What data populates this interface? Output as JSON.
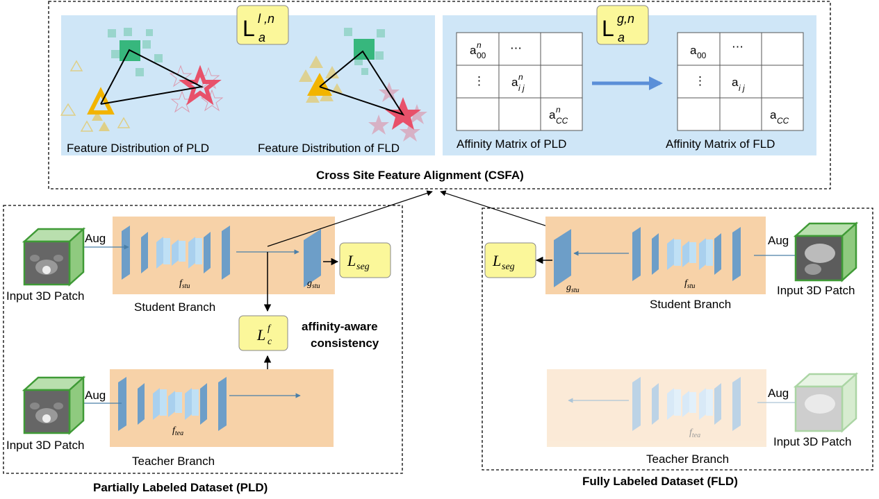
{
  "csfa": {
    "title": "Cross Site Feature Alignment (CSFA)",
    "loss_local": {
      "base": "L",
      "sup": "l ,n",
      "sub": "a"
    },
    "loss_global": {
      "base": "L",
      "sup": "g,n",
      "sub": "a"
    },
    "feat_pld_caption": "Feature Distribution of PLD",
    "feat_fld_caption": "Feature Distribution of FLD",
    "aff_pld_caption": "Affinity Matrix of PLD",
    "aff_fld_caption": "Affinity Matrix of FLD",
    "matrix_pld": {
      "a00": {
        "base": "a",
        "sub": "00",
        "sup": "n"
      },
      "aij": {
        "base": "a",
        "sub": "i j",
        "sup": "n"
      },
      "acc": {
        "base": "a",
        "sub": "CC",
        "sup": "n"
      },
      "hdots": "⋯",
      "vdots": "⋮"
    },
    "matrix_fld": {
      "a00": {
        "base": "a",
        "sub": "00"
      },
      "aij": {
        "base": "a",
        "sub": "i j"
      },
      "acc": {
        "base": "a",
        "sub": "CC"
      },
      "hdots": "⋯",
      "vdots": "⋮"
    }
  },
  "pld": {
    "title": "Partially Labeled Dataset (PLD)",
    "input1": "Input 3D Patch",
    "input2": "Input 3D Patch",
    "aug1": "Aug",
    "aug2": "Aug",
    "student_branch": "Student Branch",
    "teacher_branch": "Teacher Branch",
    "f_stu": {
      "base": "f",
      "sub": "stu"
    },
    "g_stu": {
      "base": "g",
      "sub": "stu"
    },
    "f_tea": {
      "base": "f",
      "sub": "tea"
    },
    "loss_seg": {
      "base": "L",
      "sub": "seg"
    },
    "loss_consistency": {
      "base": "L",
      "sup": "f",
      "sub": "c"
    },
    "consistency_text1": "affinity-aware",
    "consistency_text2": "consistency"
  },
  "fld": {
    "title": "Fully Labeled Dataset (FLD)",
    "input1": "Input 3D Patch",
    "input2": "Input 3D Patch",
    "aug1": "Aug",
    "aug2": "Aug",
    "student_branch": "Student Branch",
    "teacher_branch": "Teacher Branch",
    "f_stu": {
      "base": "f",
      "sub": "stu"
    },
    "g_stu": {
      "base": "g",
      "sub": "stu"
    },
    "f_tea": {
      "base": "f",
      "sub": "tea"
    },
    "loss_seg": {
      "base": "L",
      "sub": "seg"
    }
  },
  "colors": {
    "csfa_panel": "#cfe6f7",
    "branch_bg": "#f7d2a8",
    "layer_dark": "#6d9ec8",
    "layer_light": "#a9d0ee",
    "loss_box": "#fbf79a",
    "arrow_blue": "#5b8fd8",
    "square_green": "#37b77d",
    "triangle_orange": "#f2b400",
    "star_red": "#e8516a"
  }
}
